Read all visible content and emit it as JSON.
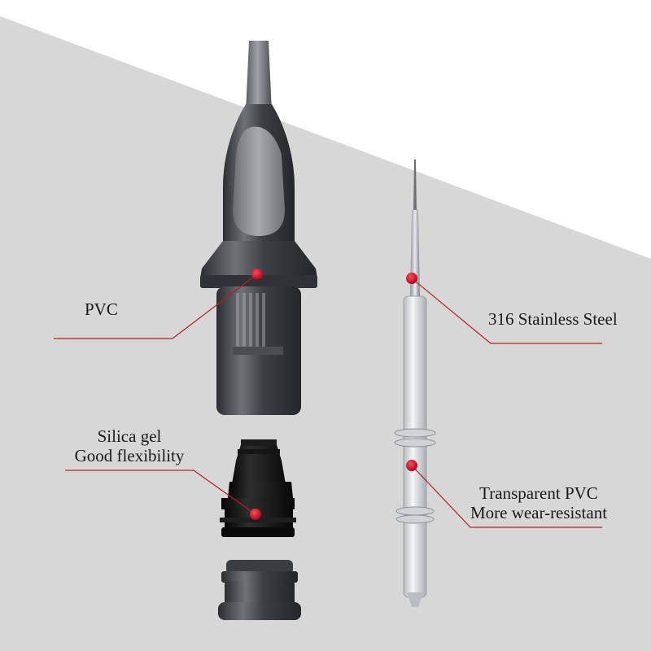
{
  "colors": {
    "background": "#ffffff",
    "gray_band": "#d7d7d7",
    "callout_line": "#b22222",
    "callout_dot": "#c8102e",
    "label_text": "#1a1a1a"
  },
  "parts": [
    {
      "id": "cartridge-body",
      "material": "PVC"
    },
    {
      "id": "silicone-cap",
      "material": [
        "Silica gel",
        "Good flexibility"
      ]
    },
    {
      "id": "needle-tip",
      "material": "316 Stainless Steel"
    },
    {
      "id": "needle-shaft",
      "material": [
        "Transparent PVC",
        "More wear-resistant"
      ]
    }
  ]
}
